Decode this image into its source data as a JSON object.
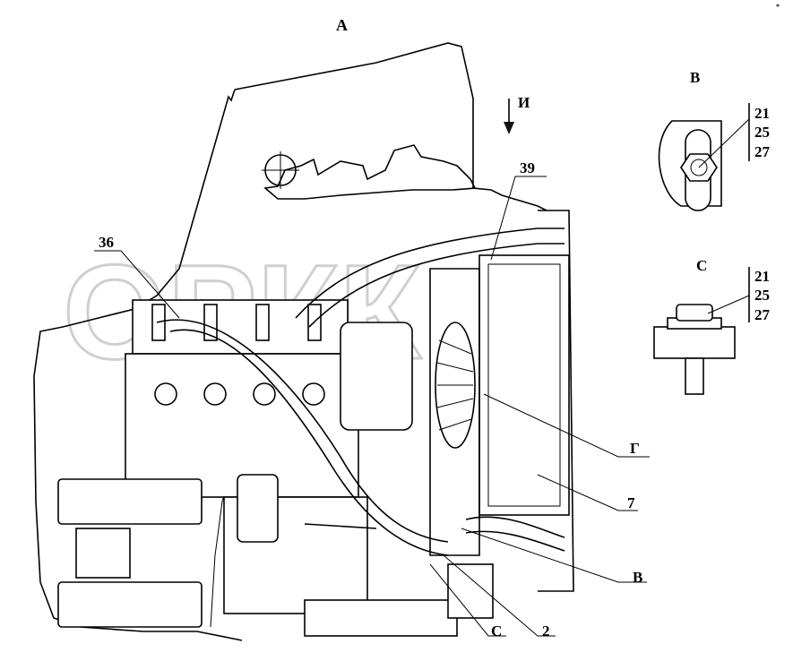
{
  "views": {
    "main": "А",
    "detail_b": "В",
    "detail_c": "С",
    "direction": "И"
  },
  "callouts": [
    {
      "id": "36",
      "text": "36"
    },
    {
      "id": "39",
      "text": "39"
    },
    {
      "id": "G",
      "text": "Г"
    },
    {
      "id": "7",
      "text": "7"
    },
    {
      "id": "B",
      "text": "В"
    },
    {
      "id": "2",
      "text": "2"
    },
    {
      "id": "C",
      "text": "С"
    }
  ],
  "detail_b_parts": [
    "21",
    "25",
    "27"
  ],
  "detail_c_parts": [
    "21",
    "25",
    "27"
  ],
  "watermark": "ОРКК",
  "corner_mark": "*"
}
